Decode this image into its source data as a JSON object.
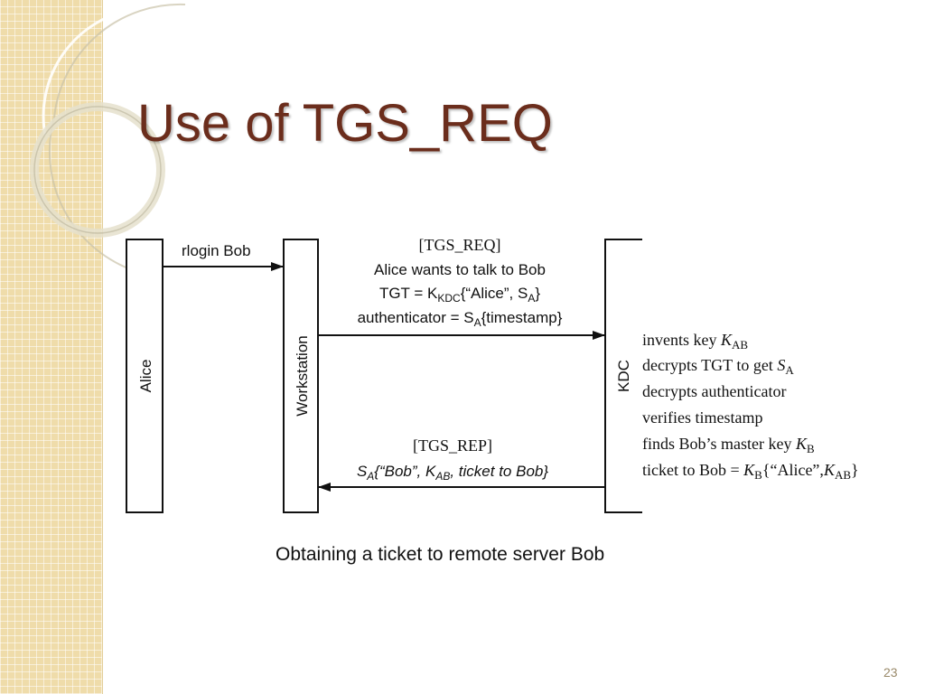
{
  "slide": {
    "title": "Use of TGS_REQ",
    "caption": "Obtaining a ticket to remote server Bob",
    "page_number": "23"
  },
  "diagram": {
    "actors": {
      "alice": "Alice",
      "workstation": "Workstation",
      "kdc": "KDC"
    },
    "msg_rlogin": "rlogin Bob",
    "tgs_req": {
      "header": "[TGS_REQ]",
      "line1": "Alice wants to talk to Bob",
      "tgt_prefix": "TGT = K",
      "tgt_sub": "KDC",
      "tgt_body": "{“Alice”, S",
      "tgt_sub2": "A",
      "tgt_end": "}",
      "auth_prefix": "authenticator = S",
      "auth_sub": "A",
      "auth_body": "{timestamp}"
    },
    "kdc_steps": {
      "s1_text": "invents key ",
      "s1_var": "K",
      "s1_sub": "AB",
      "s2_text": "decrypts TGT to get ",
      "s2_var": "S",
      "s2_sub": "A",
      "s3_text": "decrypts authenticator",
      "s4_text": "verifies timestamp",
      "s5_text": "finds Bob’s master key ",
      "s5_var": "K",
      "s5_sub": "B",
      "s6_text": "ticket to Bob = ",
      "s6_var": "K",
      "s6_sub": "B",
      "s6_body": "{“Alice”,",
      "s6_var2": "K",
      "s6_sub2": "AB",
      "s6_end": "}"
    },
    "tgs_rep": {
      "header": "[TGS_REP]",
      "prefix": "S",
      "sub1": "A",
      "body1": "{“Bob”, K",
      "sub2": "AB",
      "body2": ", ticket to Bob}"
    }
  }
}
